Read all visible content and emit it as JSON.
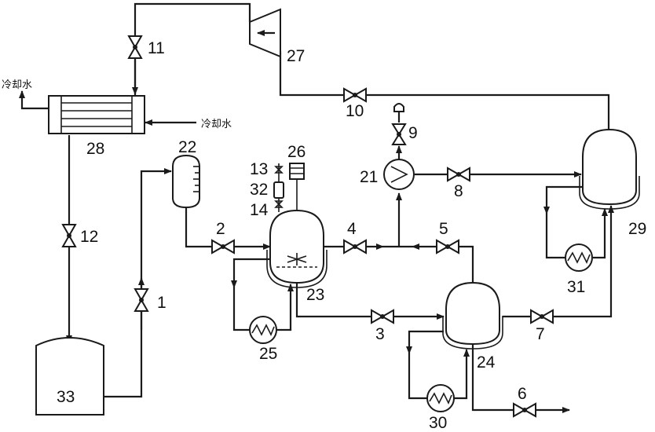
{
  "cooling_water_out": "冷却水",
  "cooling_water_in": "冷却水",
  "labels": {
    "v1": "1",
    "v2": "2",
    "v3": "3",
    "v4": "4",
    "v5": "5",
    "v6": "6",
    "v7": "7",
    "v8": "8",
    "v9": "9",
    "v10": "10",
    "v11": "11",
    "v12": "12",
    "v13": "13",
    "v14": "14",
    "vessel21": "21",
    "vessel22": "22",
    "vessel23": "23",
    "vessel24": "24",
    "heater25": "25",
    "stirrer26": "26",
    "turbine27": "27",
    "condenser28": "28",
    "vessel29": "29",
    "heater30": "30",
    "heater31": "31",
    "filter32": "32",
    "tank33": "33"
  }
}
